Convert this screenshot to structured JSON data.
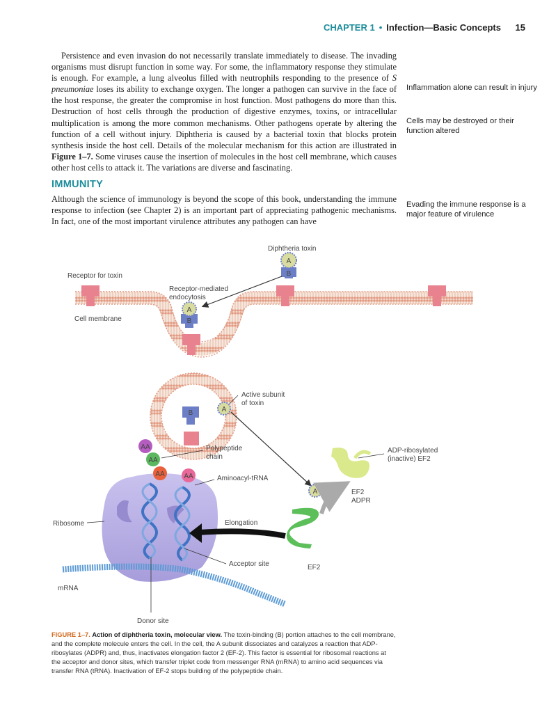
{
  "header": {
    "chapter": "CHAPTER 1",
    "separator": "•",
    "title": "Infection—Basic Concepts",
    "page_number": "15"
  },
  "body": {
    "p1_a": "Persistence and even invasion do not necessarily translate immediately to disease. The invading organisms must disrupt function in some way. For some, the inflammatory response they stimulate is enough. For example, a lung alveolus filled with neutrophils responding to the presence of ",
    "p1_species": "S pneumoniae",
    "p1_b": " loses its ability to exchange oxygen. The longer a pathogen can survive in the face of the host response, the greater the compromise in host function. Most pathogens do more than this. Destruction of host cells through the production of digestive enzymes, toxins, or intracellular multiplication is among the more common mechanisms. Other pathogens operate by altering the function of a cell without injury. Diphtheria is caused by a bacterial toxin that blocks protein synthesis inside the host cell. Details of the molecular mechanism for this action are illustrated in ",
    "p1_figref": "Figure 1–7.",
    "p1_c": " Some viruses cause the insertion of molecules in the host cell membrane, which causes other host cells to attack it. The variations are diverse and fascinating."
  },
  "margin_notes": {
    "note1": "Inflammation alone can result in injury",
    "note2": "Cells may be destroyed or their function altered",
    "note3": "Evading the immune response is a major feature of virulence"
  },
  "section": {
    "heading": "IMMUNITY",
    "text": "Although the science of immunology is beyond the scope of this book, understanding the immune response to infection (see Chapter 2) is an important part of appreciating pathogenic mechanisms. In fact, one of the most important virulence attributes any pathogen can have"
  },
  "figure": {
    "labels": {
      "diphtheria_toxin": "Diphtheria toxin",
      "receptor_for_toxin": "Receptor for toxin",
      "receptor_mediated_1": "Receptor-mediated",
      "receptor_mediated_2": "endocytosis",
      "cell_membrane": "Cell membrane",
      "active_subunit_1": "Active subunit",
      "active_subunit_2": "of toxin",
      "polypeptide_1": "Polypeptide",
      "polypeptide_2": "chain",
      "aminoacyl_trna": "Aminoacyl-tRNA",
      "adp_rib_1": "ADP-ribosylated",
      "adp_rib_2": "(inactive) EF2",
      "ef2_adpr_1": "EF2",
      "ef2_adpr_2": "ADPR",
      "ribosome": "Ribosome",
      "elongation": "Elongation",
      "ef2": "EF2",
      "acceptor_site": "Acceptor site",
      "mrna": "mRNA",
      "donor_site": "Donor site",
      "subunit_a": "A",
      "subunit_b": "B",
      "aa": "AA"
    }
  },
  "caption": {
    "number": "FIGURE 1–7.",
    "title": "Action of diphtheria toxin, molecular view.",
    "text": " The toxin-binding (B) portion attaches to the cell membrane, and the complete molecule enters the cell. In the cell, the A subunit dissociates and catalyzes a reaction that ADP-ribosylates (ADPR) and, thus, inactivates elongation factor 2 (EF-2). This factor is essential for ribosomal reactions at the acceptor and donor sites, which transfer triplet code from messenger RNA (mRNA) to amino acid sequences via transfer RNA (tRNA). Inactivation of EF-2 stops building of the polypeptide chain."
  },
  "colors": {
    "accent_teal": "#1d8d9b",
    "caption_orange": "#d2691e",
    "membrane": "#e7a28a",
    "receptor_pink": "#e9828f",
    "toxin_b_blue": "#6c7fc6",
    "ribosome_purple": "#b9b0e6",
    "ef2_green": "#5cbf5a",
    "adp_ef2_yellow": "#d9e98b"
  }
}
